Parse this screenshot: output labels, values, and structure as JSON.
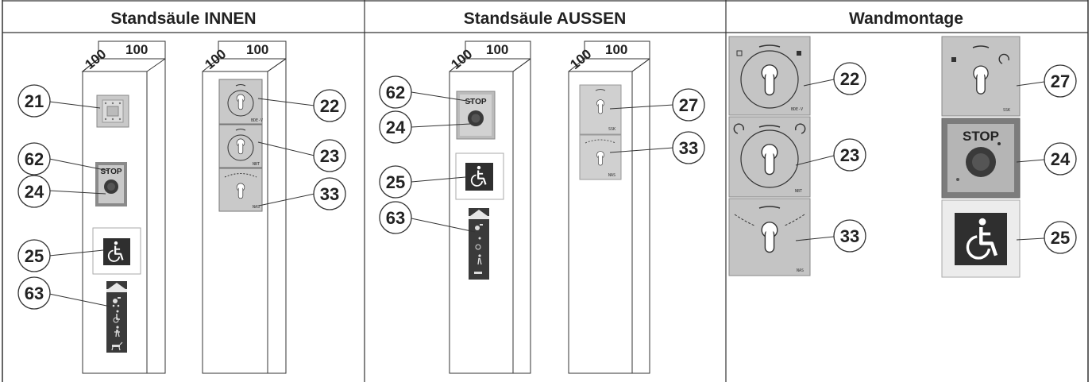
{
  "columns": [
    {
      "title": "Standsäule INNEN"
    },
    {
      "title": "Standsäule AUSSEN"
    },
    {
      "title": "Wandmontage"
    }
  ],
  "dimensions": {
    "depth": "100",
    "width": "100"
  },
  "plates": {
    "stop_text": "STOP",
    "bde_v": "BDE-V",
    "nbt": "NBT",
    "nas": "NAS",
    "ssk": "SSK"
  },
  "callouts": {
    "n21": "21",
    "n22": "22",
    "n23": "23",
    "n24": "24",
    "n25": "25",
    "n27": "27",
    "n33": "33",
    "n62": "62",
    "n63": "63"
  },
  "colors": {
    "plate_grey": "#c9c9c9",
    "stop_frame": "#8a8a8a",
    "stop_button": "#3a3a3a",
    "icon_dark": "#2f2f2f",
    "border": "#333333"
  },
  "icons": [
    "key-switch-icon",
    "stop-button-icon",
    "wheelchair-icon",
    "stroller-icon",
    "pedestrian-icon",
    "dog-icon",
    "arrow-up-icon"
  ]
}
